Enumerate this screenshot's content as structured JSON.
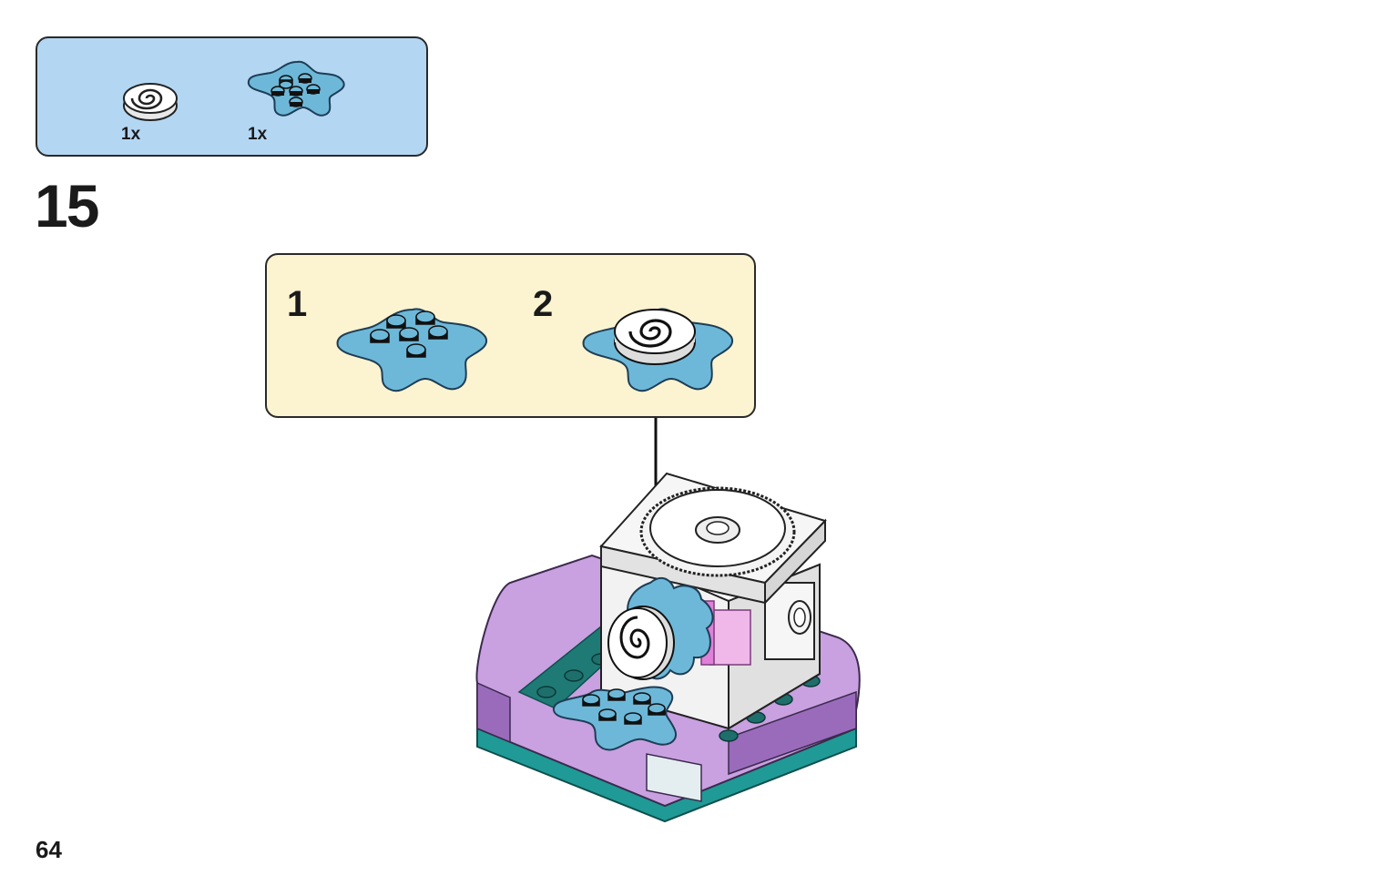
{
  "parts_list": {
    "items": [
      {
        "name": "round-tile-swirl",
        "quantity": "1x"
      },
      {
        "name": "flower-plate-blue",
        "quantity": "1x"
      }
    ]
  },
  "step": {
    "number": "15",
    "substeps": [
      {
        "number": "1"
      },
      {
        "number": "2"
      }
    ]
  },
  "colors": {
    "parts_box_bg": "#b3d6f3",
    "substep_box_bg": "#fcf3d0",
    "flower_blue": "#6db8d8",
    "lavender": "#c9a0e0",
    "purple": "#9a6bbb",
    "teal": "#1f9a96"
  },
  "page": {
    "number": "64"
  }
}
